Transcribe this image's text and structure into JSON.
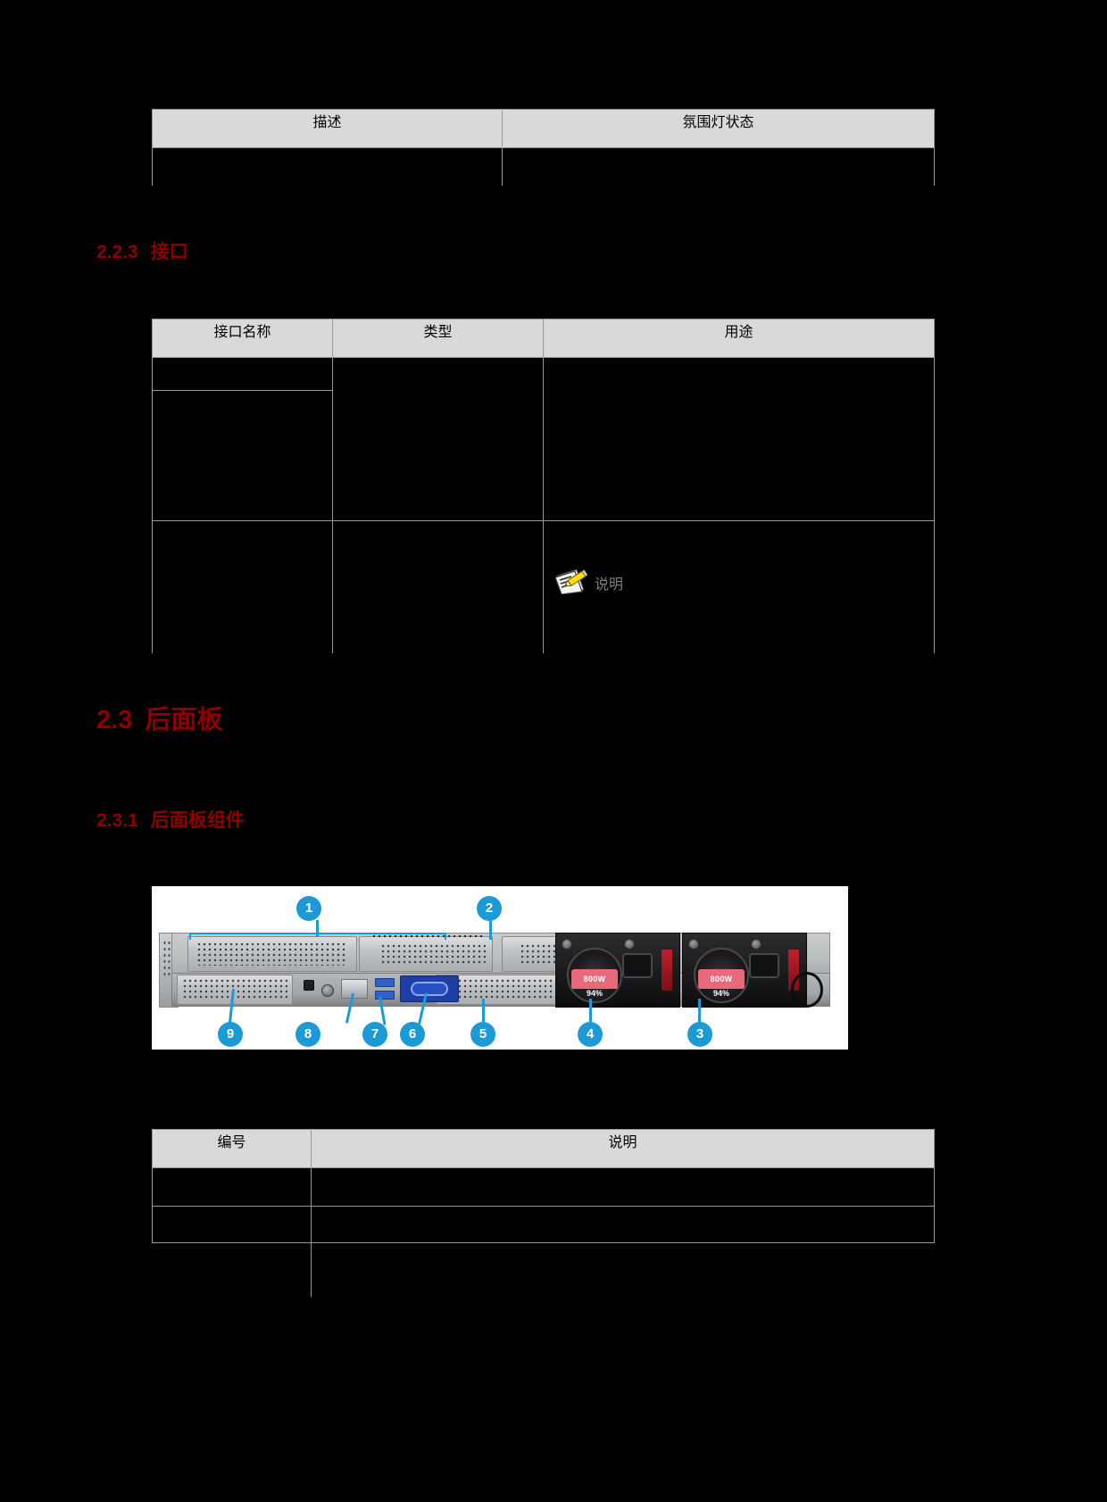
{
  "document": {
    "page_background": "#000000",
    "heading_color": "#8e0000",
    "accent_blue": "#1c9ad6",
    "table_header_bg": "#d9d9d9"
  },
  "table_ambient": {
    "name": "ambient-light-table",
    "headers": [
      "描述",
      "氛围灯状态"
    ],
    "rows": [
      [
        "",
        ""
      ]
    ]
  },
  "headings": {
    "h223": {
      "number": "2.2.3",
      "text": "接口"
    },
    "h23": {
      "number": "2.3",
      "text": "后面板"
    },
    "h231": {
      "number": "2.3.1",
      "text": "后面板组件"
    }
  },
  "table_ports": {
    "name": "ports-table",
    "headers": [
      "接口名称",
      "类型",
      "用途"
    ],
    "rows": [
      [
        "",
        "",
        ""
      ],
      [
        "",
        "",
        ""
      ],
      [
        "",
        "",
        ""
      ]
    ]
  },
  "note": {
    "icon": "note-pencil-icon",
    "label": "说明"
  },
  "figure_rear_panel": {
    "name": "rear-panel-figure",
    "alt": "服务器后面板组件示意图",
    "psu_labels": [
      {
        "watts": "800W",
        "efficiency": "94%"
      },
      {
        "watts": "800W",
        "efficiency": "94%"
      }
    ],
    "callouts": [
      {
        "id": "1",
        "position": "top"
      },
      {
        "id": "2",
        "position": "top"
      },
      {
        "id": "3",
        "position": "bottom"
      },
      {
        "id": "4",
        "position": "bottom"
      },
      {
        "id": "5",
        "position": "bottom"
      },
      {
        "id": "6",
        "position": "bottom"
      },
      {
        "id": "7",
        "position": "bottom"
      },
      {
        "id": "8",
        "position": "bottom"
      },
      {
        "id": "9",
        "position": "bottom"
      }
    ]
  },
  "table_rear": {
    "name": "rear-panel-legend-table",
    "headers": [
      "编号",
      "说明"
    ],
    "rows": [
      [
        "",
        ""
      ],
      [
        "",
        ""
      ],
      [
        "",
        ""
      ]
    ]
  }
}
